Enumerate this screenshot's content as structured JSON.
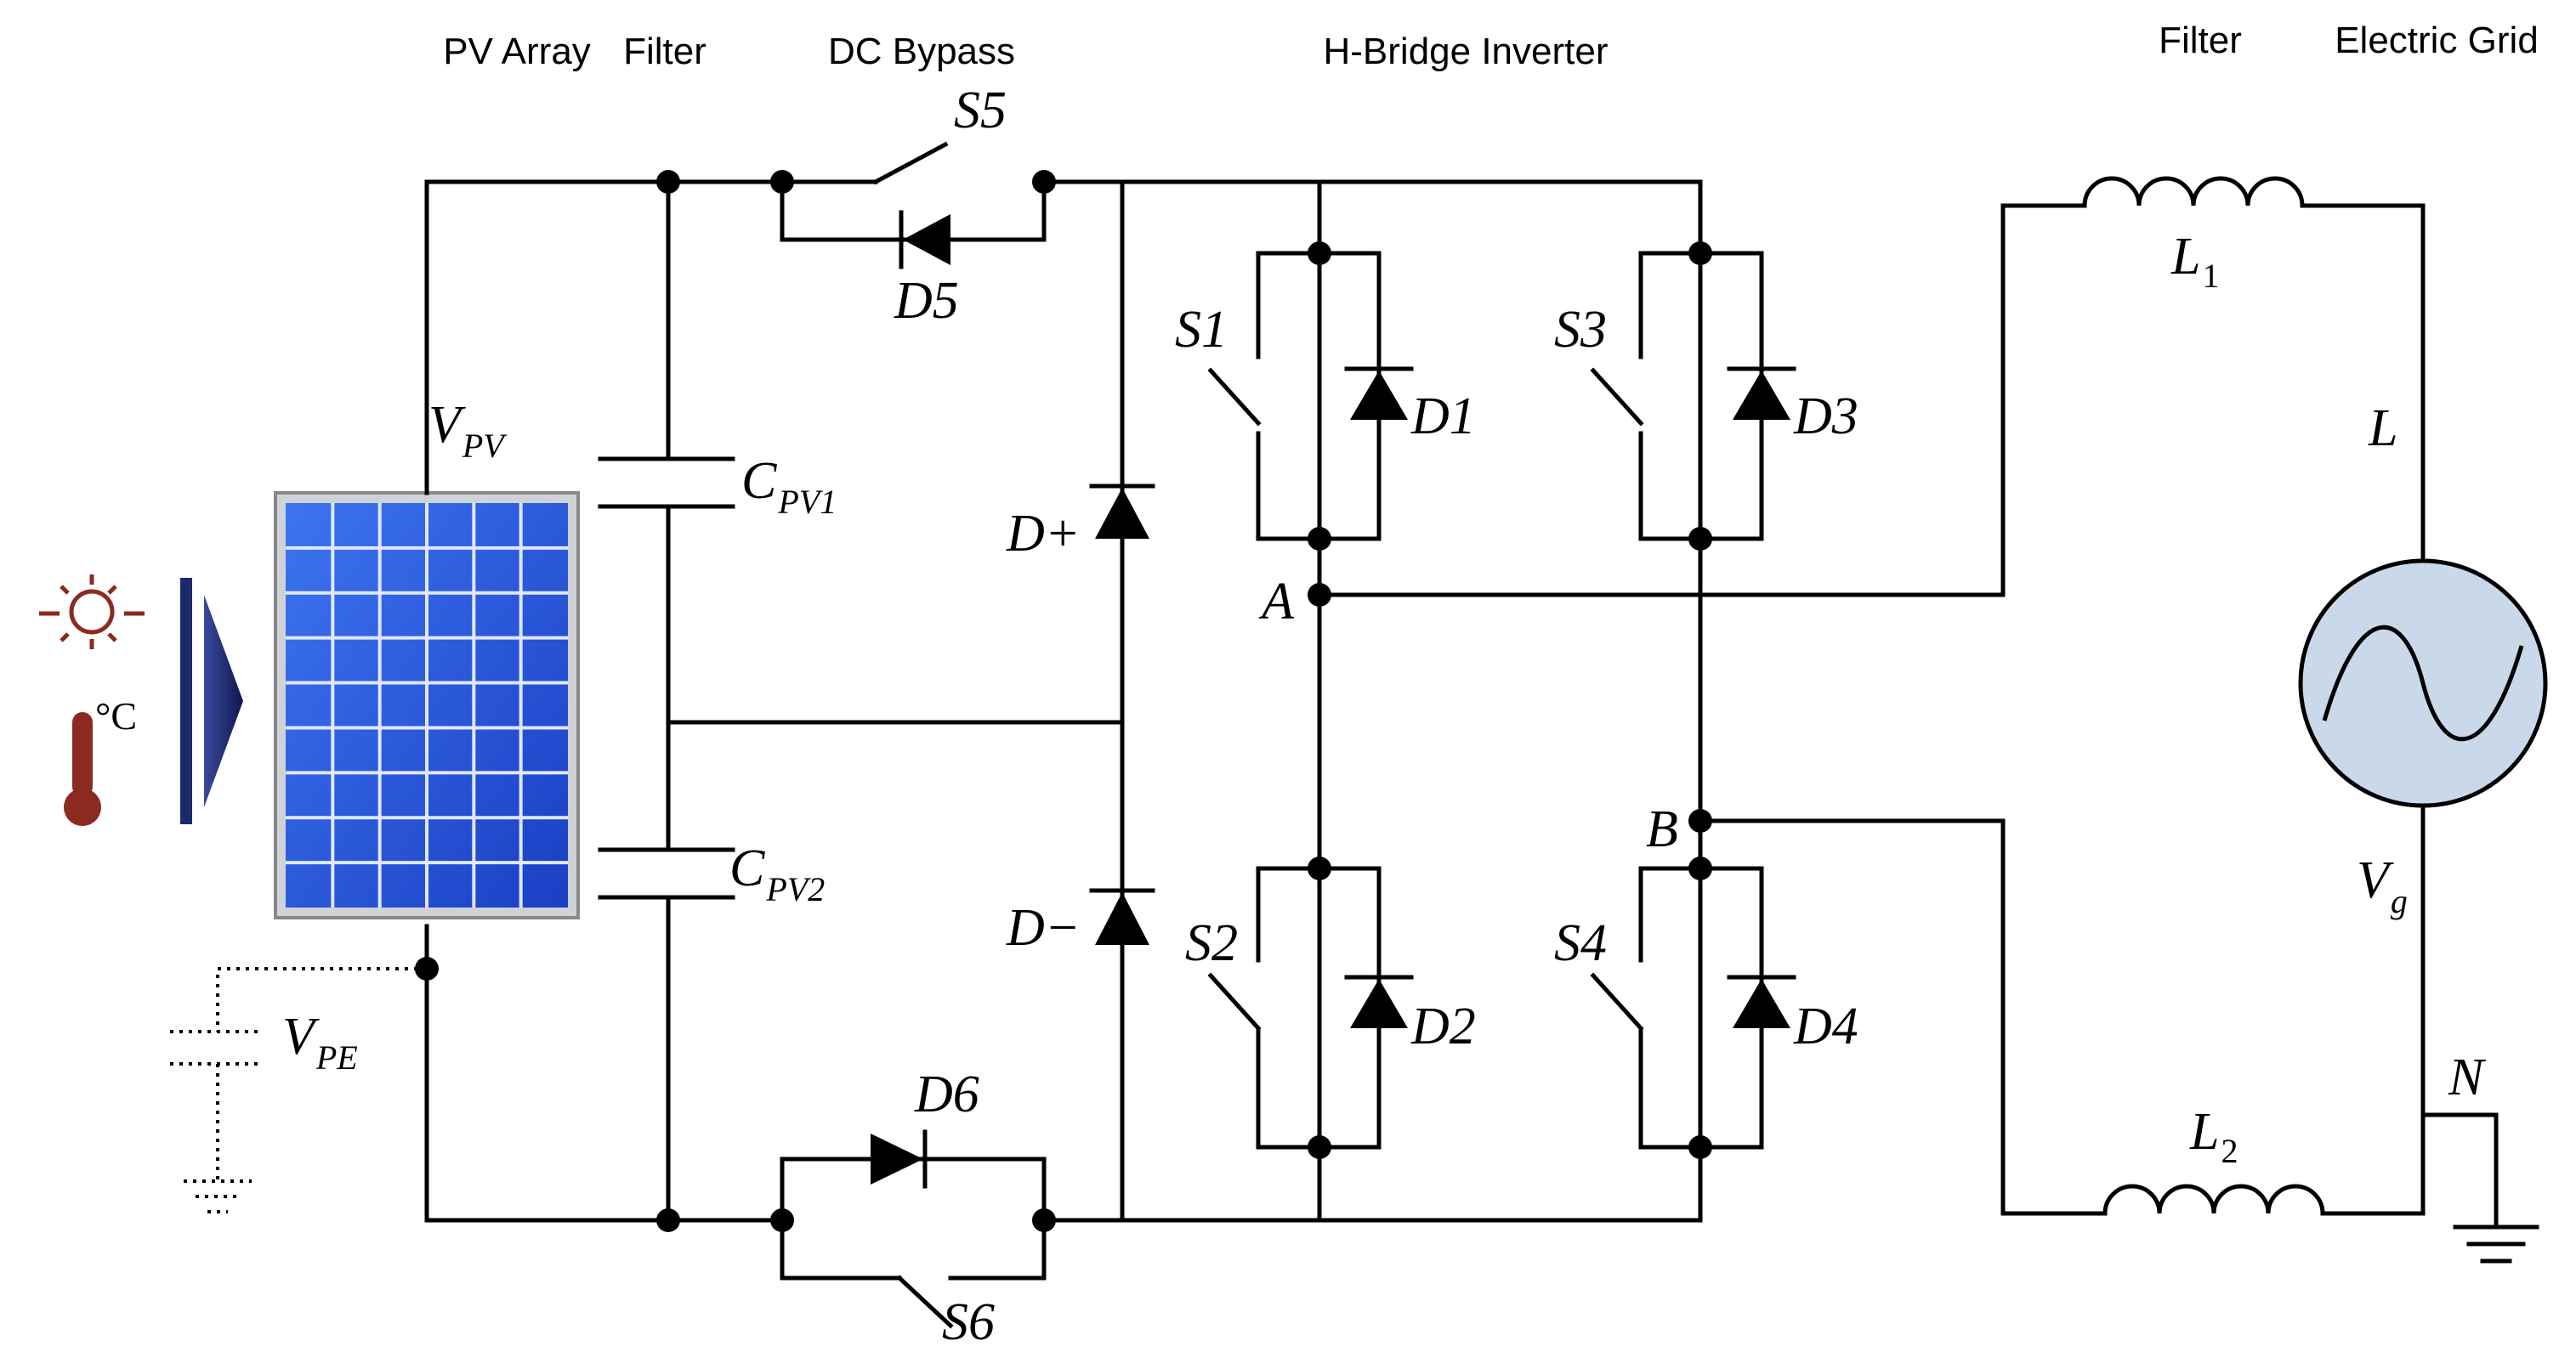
{
  "headers": {
    "pv_array": "PV Array",
    "filter_left": "Filter",
    "dc_bypass": "DC Bypass",
    "h_bridge": "H-Bridge Inverter",
    "filter_right": "Filter",
    "electric_grid": "Electric Grid"
  },
  "labels": {
    "vpv_main": "V",
    "vpv_sub": "PV",
    "cpv1_main": "C",
    "cpv1_sub": "PV1",
    "cpv2_main": "C",
    "cpv2_sub": "PV2",
    "vpe_main": "V",
    "vpe_sub": "PE",
    "s5": "S5",
    "d5": "D5",
    "s6": "S6",
    "d6": "D6",
    "dplus": "D+",
    "dminus": "D−",
    "s1": "S1",
    "d1": "D1",
    "s2": "S2",
    "d2": "D2",
    "s3": "S3",
    "d3": "D3",
    "s4": "S4",
    "d4": "D4",
    "node_a": "A",
    "node_b": "B",
    "l1_main": "L",
    "l1_sub": "1",
    "l2_main": "L",
    "l2_sub": "2",
    "line_l": "L",
    "neutral_n": "N",
    "vg_main": "V",
    "vg_sub": "g",
    "temp_unit": "°C"
  },
  "icons": {
    "sun": "sun-icon",
    "thermometer": "thermometer-icon",
    "light_arrow": "arrow-right-icon",
    "pv_panel": "solar-panel-icon",
    "grid_source": "ac-source-icon",
    "ground": "ground-icon"
  },
  "colors": {
    "icon_brown": "#8b2a1e",
    "panel_blue": "#1e4fd8",
    "source_fill": "#c9d9ea",
    "arrow_navy": "#1b2a6b"
  }
}
